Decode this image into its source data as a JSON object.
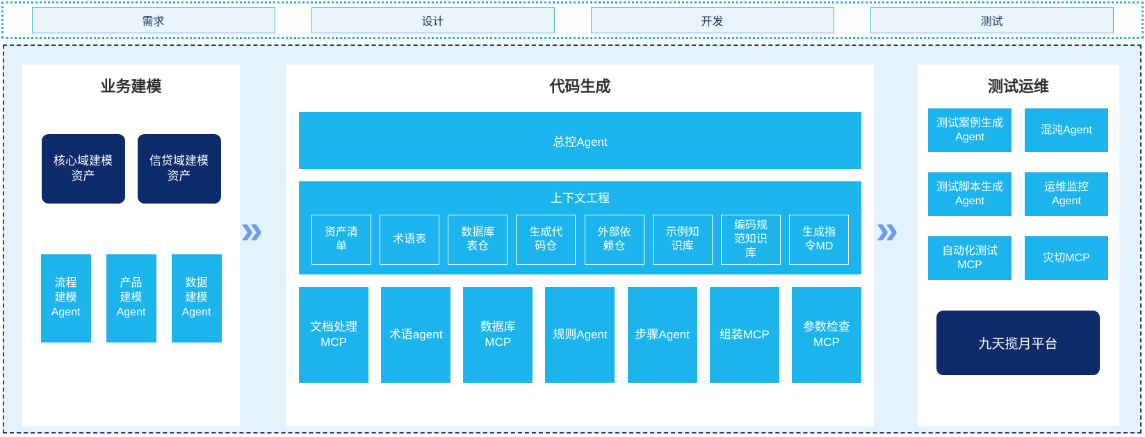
{
  "colors": {
    "cyan": "#1BB4EC",
    "navy": "#0D2A6A",
    "container_bg": "#E4F2FC",
    "container_border": "#24406E",
    "strip_border": "#29B2DE",
    "phase_box_bg": "#EAF5FB",
    "phase_box_border": "#4AB9DC",
    "phase_text": "#1F3864",
    "arrow_blue": "#6D9BF2",
    "title_text": "#2F2F2F",
    "box_text": "#FFFFFF"
  },
  "arrow_glyph": "»",
  "phases": [
    {
      "label": "需求"
    },
    {
      "label": "设计"
    },
    {
      "label": "开发"
    },
    {
      "label": "测试"
    }
  ],
  "business_modeling": {
    "title": "业务建模",
    "assets": [
      "核心域建模资产",
      "信贷域建模资产"
    ],
    "agents": [
      "流程建模Agent",
      "产品建模Agent",
      "数据建模Agent"
    ]
  },
  "code_generation": {
    "title": "代码生成",
    "master_agent": "总控Agent",
    "context_engineering": {
      "title": "上下文工程",
      "items": [
        "资产清单",
        "术语表",
        "数据库表仓",
        "生成代码仓",
        "外部依赖仓",
        "示例知识库",
        "编码规范知识库",
        "生成指令MD"
      ]
    },
    "tools": [
      "文档处理MCP",
      "术语agent",
      "数据库MCP",
      "规则Agent",
      "步骤Agent",
      "组装MCP",
      "参数检查MCP"
    ]
  },
  "test_ops": {
    "title": "测试运维",
    "boxes": [
      "测试案例生成Agent",
      "混沌Agent",
      "测试脚本生成Agent",
      "运维监控Agent",
      "自动化测试MCP",
      "灾切MCP"
    ],
    "platform": "九天揽月平台"
  }
}
